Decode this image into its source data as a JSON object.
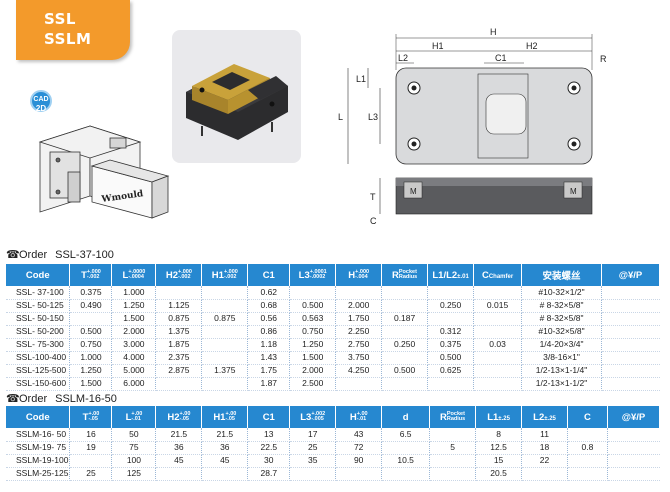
{
  "header": {
    "line1": "SSL",
    "line2": "SSLM"
  },
  "badge": {
    "line1": "CAD",
    "line2": "2D"
  },
  "drawing": {
    "labels": {
      "H": "H",
      "H1": "H1",
      "H2": "H2",
      "L2": "L2",
      "C1": "C1",
      "R": "R",
      "L1": "L1",
      "L": "L",
      "L3": "L3",
      "T": "T",
      "C": "C",
      "M": "M"
    },
    "brand": "Wmould"
  },
  "ssl": {
    "order_label": "Order",
    "order_code": "SSL-37-100",
    "headers": [
      "Code",
      "T",
      "L",
      "H2",
      "H1",
      "C1",
      "L3",
      "H",
      "R",
      "L1/L2",
      "C",
      "安装螺丝",
      "@¥/P"
    ],
    "header_tols": {
      "T": [
        "+.000",
        "-.002"
      ],
      "L": [
        "+.0000",
        "-.0004"
      ],
      "H2": [
        "+.000",
        "-.002"
      ],
      "H1": [
        "+.000",
        "-.002"
      ],
      "L3": [
        "+.0001",
        "-.0002"
      ],
      "H": [
        "+.000",
        "-.004"
      ],
      "R_sub": [
        "Pocket",
        "Radius"
      ],
      "L1L2_sub": "±.01",
      "C_sub": "Chamfer"
    },
    "rows": [
      [
        "SSL- 37-100",
        "0.375",
        "1.000",
        "",
        "",
        "0.62",
        "",
        "",
        "",
        "",
        "",
        "#10-32×1/2\"",
        ""
      ],
      [
        "SSL- 50-125",
        "0.490",
        "1.250",
        "1.125",
        "",
        "0.68",
        "0.500",
        "2.000",
        "",
        "0.250",
        "0.015",
        "# 8-32×5/8\"",
        ""
      ],
      [
        "SSL- 50-150",
        "",
        "1.500",
        "0.875",
        "0.875",
        "0.56",
        "0.563",
        "1.750",
        "0.187",
        "",
        "",
        "# 8-32×5/8\"",
        ""
      ],
      [
        "SSL- 50-200",
        "0.500",
        "2.000",
        "1.375",
        "",
        "0.86",
        "0.750",
        "2.250",
        "",
        "0.312",
        "",
        "#10-32×5/8\"",
        ""
      ],
      [
        "SSL- 75-300",
        "0.750",
        "3.000",
        "1.875",
        "",
        "1.18",
        "1.250",
        "2.750",
        "0.250",
        "0.375",
        "0.03",
        "1/4-20×3/4\"",
        ""
      ],
      [
        "SSL-100-400",
        "1.000",
        "4.000",
        "2.375",
        "",
        "1.43",
        "1.500",
        "3.750",
        "",
        "0.500",
        "",
        "3/8-16×1\"",
        ""
      ],
      [
        "SSL-125-500",
        "1.250",
        "5.000",
        "2.875",
        "1.375",
        "1.75",
        "2.000",
        "4.250",
        "0.500",
        "0.625",
        "",
        "1/2-13×1-1/4\"",
        ""
      ],
      [
        "SSL-150-600",
        "1.500",
        "6.000",
        "",
        "",
        "1.87",
        "2.500",
        "",
        "",
        "",
        "",
        "1/2-13×1-1/2\"",
        ""
      ]
    ]
  },
  "sslm": {
    "order_label": "Order",
    "order_code": "SSLM-16-50",
    "headers": [
      "Code",
      "T",
      "L",
      "H2",
      "H1",
      "C1",
      "L3",
      "H",
      "d",
      "R",
      "L1",
      "L2",
      "C",
      "@¥/P"
    ],
    "header_tols": {
      "T": [
        "+.00",
        "-.05"
      ],
      "L": [
        "+.00",
        "-.01"
      ],
      "H2": [
        "+.00",
        "-.05"
      ],
      "H1": [
        "+.00",
        "-.05"
      ],
      "L3": [
        "+.002",
        "-.005"
      ],
      "H": [
        "+.00",
        "-.01"
      ],
      "R_sub": [
        "Pocket",
        "Radius"
      ],
      "L1_sub": "±.25",
      "L2_sub": "±.25"
    },
    "rows": [
      [
        "SSLM-16- 50",
        "16",
        "50",
        "21.5",
        "21.5",
        "13",
        "17",
        "43",
        "6.5",
        "",
        "8",
        "11",
        "",
        ""
      ],
      [
        "SSLM-19- 75",
        "19",
        "75",
        "36",
        "36",
        "22.5",
        "25",
        "72",
        "",
        "5",
        "12.5",
        "18",
        "0.8",
        ""
      ],
      [
        "SSLM-19-100",
        "",
        "100",
        "45",
        "45",
        "30",
        "35",
        "90",
        "10.5",
        "",
        "15",
        "22",
        "",
        ""
      ],
      [
        "SSLM-25-125",
        "25",
        "125",
        "",
        "",
        "28.7",
        "",
        "",
        "",
        "",
        "20.5",
        "",
        "",
        ""
      ]
    ]
  }
}
